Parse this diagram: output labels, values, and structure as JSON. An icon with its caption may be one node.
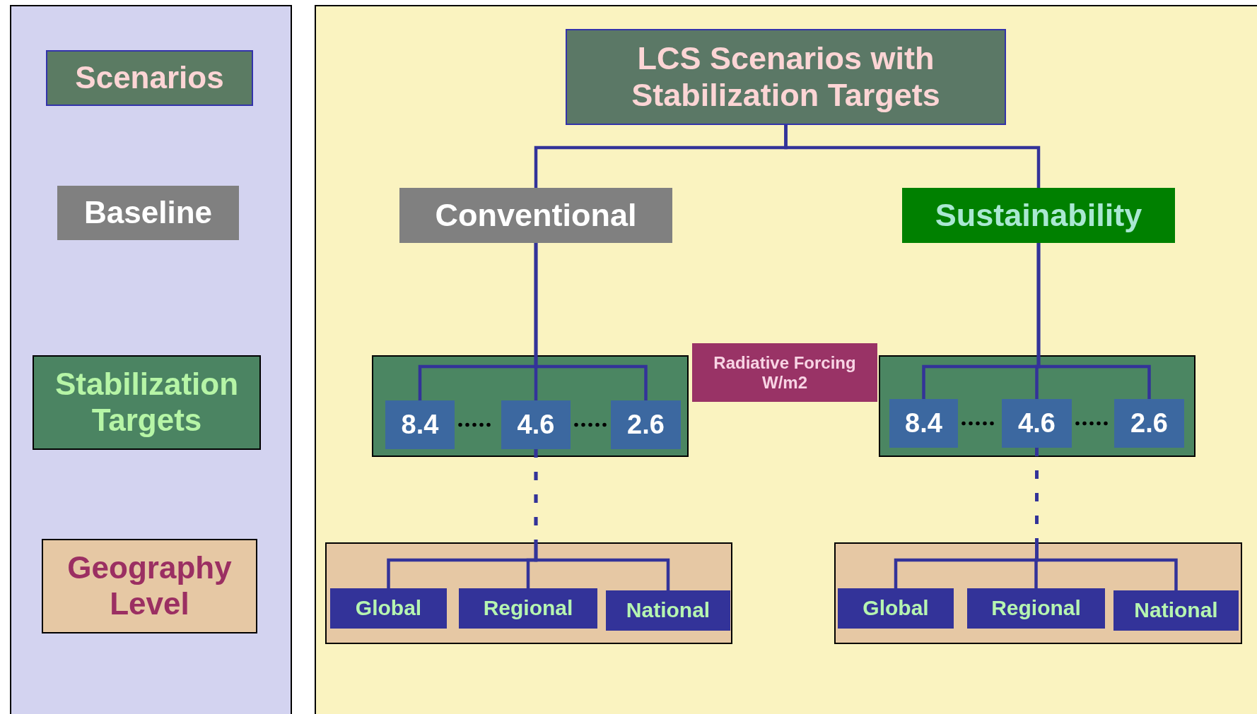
{
  "diagram": {
    "nodes": [
      {
        "text": [],
        "shape": "box"
      },
      {
        "text": [
          "Scenarios"
        ],
        "in": 0
      },
      {
        "text": [
          "Baseline"
        ],
        "in": 0
      },
      {
        "text": [
          "Stabilization Targets"
        ],
        "in": 0
      },
      {
        "text": [
          "Geography Level"
        ],
        "in": 0
      },
      {
        "text": [],
        "shape": "box"
      },
      {
        "text": [
          "LCS  Scenarios with Stabilization Targets"
        ],
        "in": 5
      },
      {
        "text": [
          "Conventional"
        ],
        "in": 5
      },
      {
        "text": [
          "Sustainability"
        ],
        "in": 5
      },
      {
        "text": [
          "Radiative Forcing W/m2"
        ],
        "in": 5
      },
      {
        "text": [],
        "shape": "box",
        "in": 5
      },
      {
        "text": [
          "8.4"
        ],
        "in": 10
      },
      {
        "text": [
          "4.6"
        ],
        "in": 10
      },
      {
        "text": [
          "2.6"
        ],
        "in": 10
      },
      {
        "text": [],
        "shape": "box",
        "in": 5
      },
      {
        "text": [
          "8.4"
        ],
        "in": 14
      },
      {
        "text": [
          "4.6"
        ],
        "in": 14
      },
      {
        "text": [
          "2.6"
        ],
        "in": 14
      },
      {
        "text": [],
        "shape": "box",
        "in": 5
      },
      {
        "text": [
          "Global"
        ],
        "in": 18
      },
      {
        "text": [
          "Regional"
        ],
        "in": 18
      },
      {
        "text": [
          "National"
        ],
        "in": 18
      },
      {
        "text": [],
        "shape": "box",
        "in": 5
      },
      {
        "text": [
          "Global"
        ],
        "in": 22
      },
      {
        "text": [
          "Regional"
        ],
        "in": 22
      },
      {
        "text": [
          "National"
        ],
        "in": 22
      }
    ],
    "edges": [
      {
        "from": 6,
        "to": 7,
        "arrow": "none"
      },
      {
        "from": 6,
        "to": 8,
        "arrow": "none"
      },
      {
        "from": 7,
        "to": 11,
        "arrow": "none"
      },
      {
        "from": 7,
        "to": 12,
        "arrow": "none"
      },
      {
        "from": 7,
        "to": 13,
        "arrow": "none"
      },
      {
        "from": 8,
        "to": 15,
        "arrow": "none"
      },
      {
        "from": 8,
        "to": 16,
        "arrow": "none"
      },
      {
        "from": 8,
        "to": 17,
        "arrow": "none"
      },
      {
        "from": 11,
        "to": 12,
        "arrow": "none",
        "style": "dashed",
        "color": "#000000"
      },
      {
        "from": 12,
        "to": 13,
        "arrow": "none",
        "style": "dashed",
        "color": "#000000"
      },
      {
        "from": 15,
        "to": 16,
        "arrow": "none",
        "style": "dashed",
        "color": "#000000"
      },
      {
        "from": 16,
        "to": 17,
        "arrow": "none",
        "style": "dashed",
        "color": "#000000"
      },
      {
        "from": 12,
        "to": 19,
        "arrow": "none",
        "style": "dashed"
      },
      {
        "from": 12,
        "to": 20,
        "arrow": "none",
        "style": "dashed"
      },
      {
        "from": 12,
        "to": 21,
        "arrow": "none",
        "style": "dashed"
      },
      {
        "from": 16,
        "to": 23,
        "arrow": "none",
        "style": "dashed"
      },
      {
        "from": 16,
        "to": 24,
        "arrow": "none",
        "style": "dashed"
      },
      {
        "from": 16,
        "to": 25,
        "arrow": "none",
        "style": "dashed"
      }
    ]
  }
}
